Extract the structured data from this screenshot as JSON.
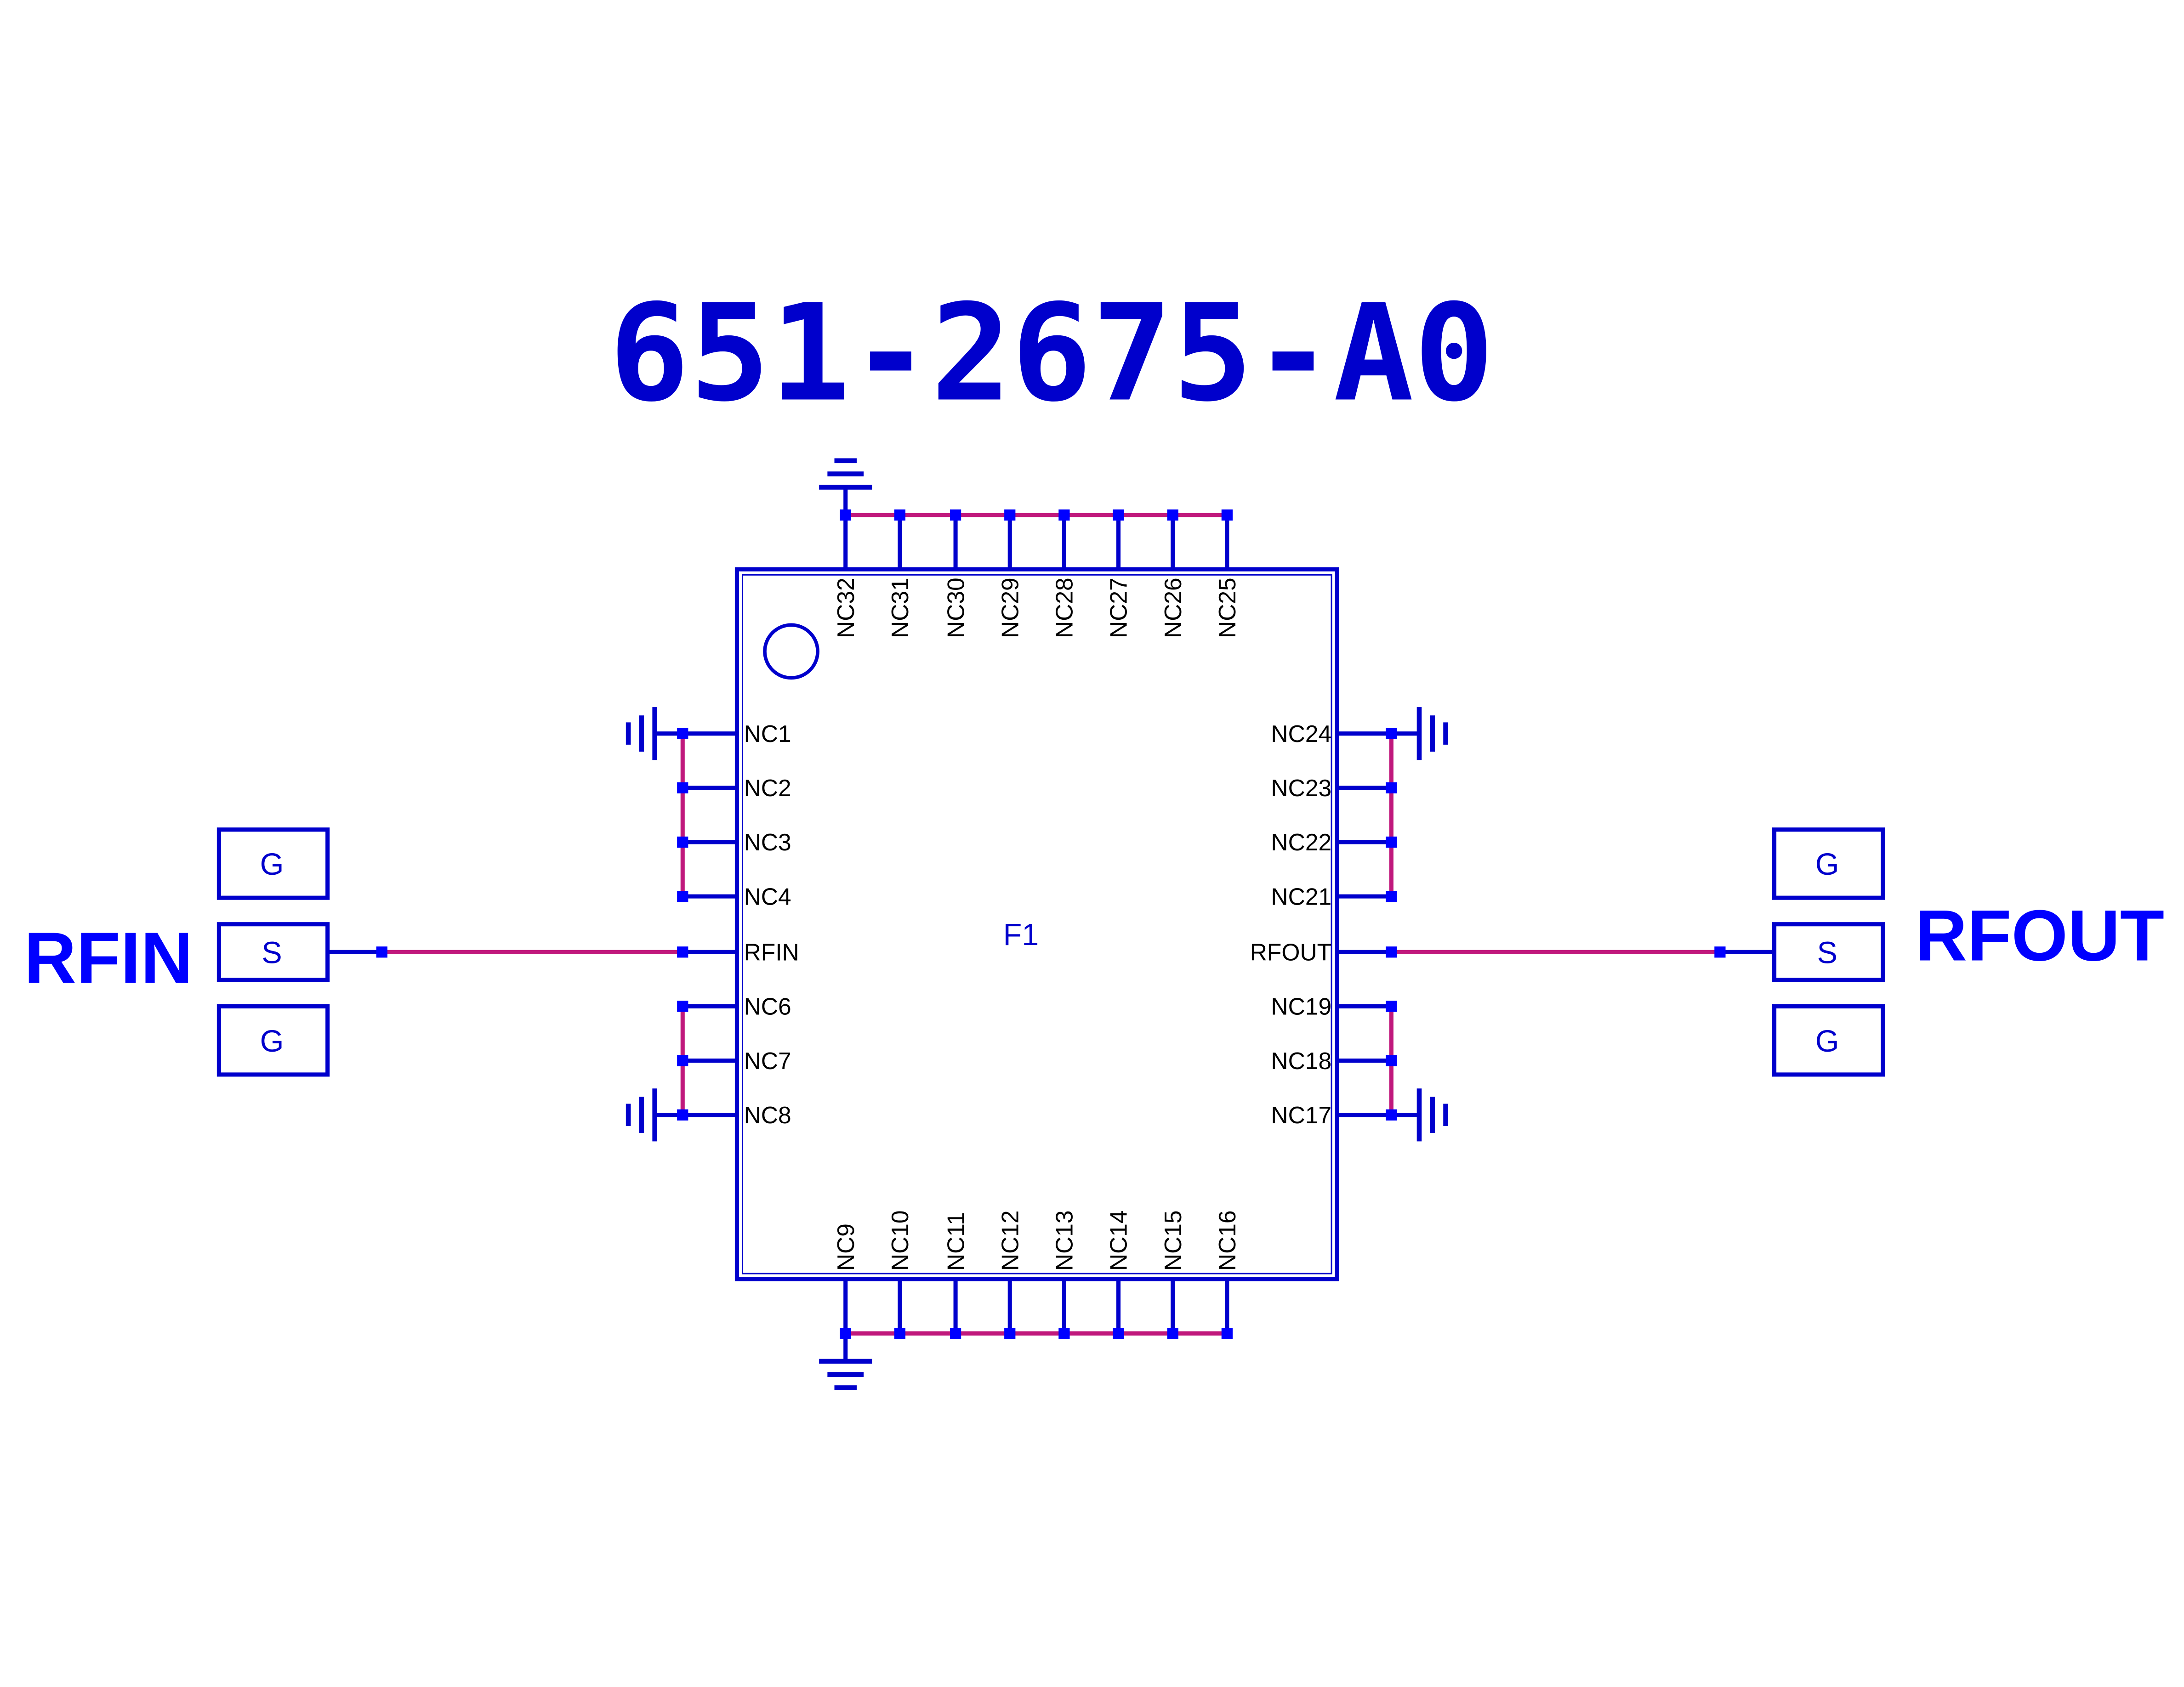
{
  "title": "651-2675-A0",
  "designator": "F1",
  "colors": {
    "wire": "#0000cc",
    "net": "#c0187c",
    "port": "#0000ff",
    "title": "#0000cc",
    "label": "#000000"
  },
  "pins": {
    "top": [
      "NC32",
      "NC31",
      "NC30",
      "NC29",
      "NC28",
      "NC27",
      "NC26",
      "NC25"
    ],
    "bottom": [
      "NC9",
      "NC10",
      "NC11",
      "NC12",
      "NC13",
      "NC14",
      "NC15",
      "NC16"
    ],
    "left": [
      "NC1",
      "NC2",
      "NC3",
      "NC4",
      "RFIN",
      "NC6",
      "NC7",
      "NC8"
    ],
    "right": [
      "NC24",
      "NC23",
      "NC22",
      "NC21",
      "RFOUT",
      "NC19",
      "NC18",
      "NC17"
    ]
  },
  "ports": {
    "input": {
      "label": "RFIN",
      "pads": [
        "G",
        "S",
        "G"
      ]
    },
    "output": {
      "label": "RFOUT",
      "pads": [
        "G",
        "S",
        "G"
      ]
    }
  }
}
